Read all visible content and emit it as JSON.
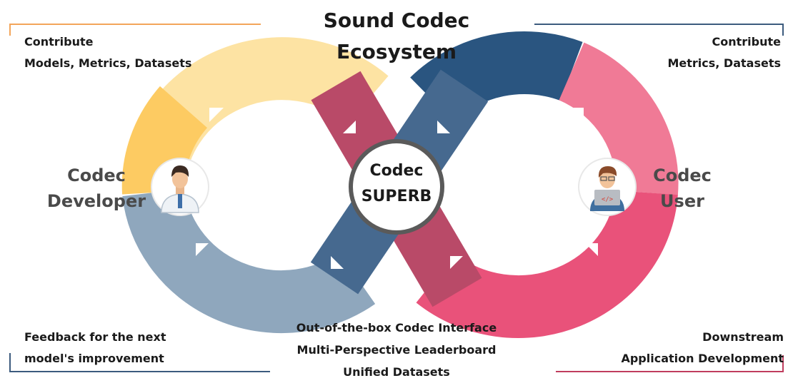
{
  "title": [
    "Sound Codec",
    "Ecosystem"
  ],
  "top_left": [
    "Contribute",
    "Models, Metrics, Datasets"
  ],
  "top_right": [
    "Contribute",
    "Metrics, Datasets"
  ],
  "developer_label": [
    "Codec",
    "Developer"
  ],
  "user_label": [
    "Codec",
    "User"
  ],
  "center_label": [
    "Codec",
    "SUPERB"
  ],
  "bottom_left": [
    "Feedback for the next",
    "model's improvement"
  ],
  "bottom_right": [
    "Downstream",
    "Application Development"
  ],
  "bottom_center": [
    "Out-of-the-box Codec Interface",
    "Multi-Perspective Leaderboard",
    "Unified Datasets"
  ],
  "colors": {
    "yellow_light": "#fde3a3",
    "yellow": "#fdcb62",
    "blue_gray": "#8fa7bd",
    "navy": "#2a5580",
    "navy_mid": "#46698f",
    "pink": "#f07a96",
    "pink_dark": "#e9527a",
    "maroon": "#b94a68",
    "orange_line": "#f3a55a",
    "navy_line": "#3c5b7e",
    "pink_line": "#c03d5e"
  }
}
